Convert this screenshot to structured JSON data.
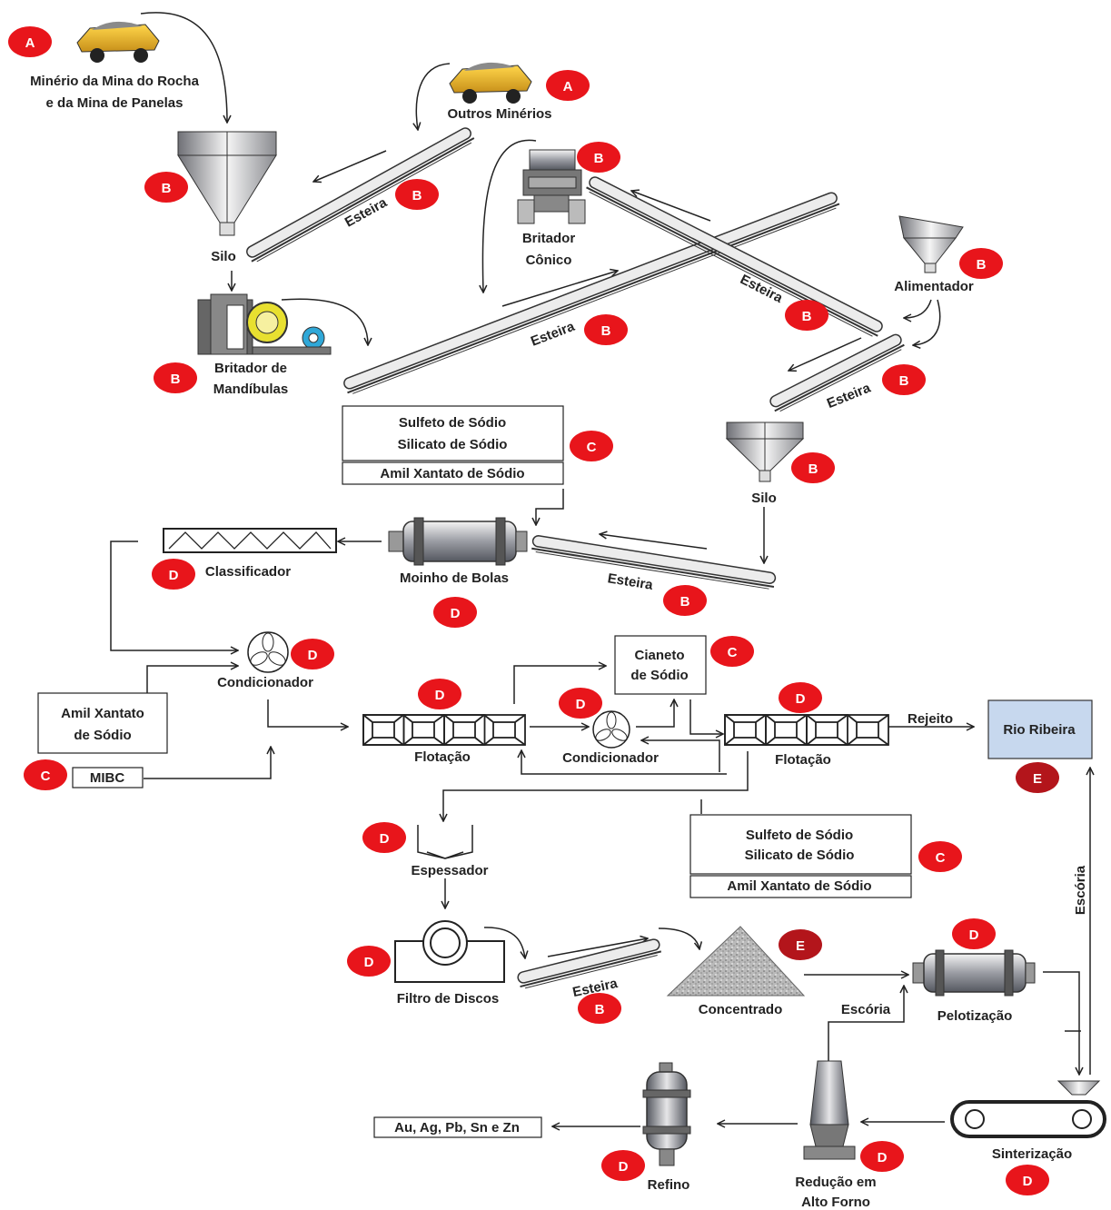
{
  "colors": {
    "badge": "#e8151b",
    "badge_dark": "#b3151b",
    "river_fill": "#c7d8ee",
    "line": "#222222"
  },
  "labels": {
    "mina": [
      "Minério da Mina do Rocha",
      "e da Mina de Panelas"
    ],
    "outros_minerios": "Outros Minérios",
    "silo_1": "Silo",
    "silo_2": "Silo",
    "britador_conico": [
      "Britador",
      "Cônico"
    ],
    "alimentador": "Alimentador",
    "britador_mandibulas": [
      "Britador de",
      "Mandíbulas"
    ],
    "esteira": "Esteira",
    "moinho": "Moinho de Bolas",
    "classificador": "Classificador",
    "condicionador": "Condicionador",
    "flotacao": "Flotação",
    "rejeito": "Rejeito",
    "rio": "Rio Ribeira",
    "espessador": "Espessador",
    "filtro": "Filtro de Discos",
    "concentrado": "Concentrado",
    "pelotizacao": "Pelotização",
    "escoria": "Escória",
    "sinterizacao": "Sinterização",
    "reducao": [
      "Redução em",
      "Alto Forno"
    ],
    "refino": "Refino",
    "produtos": "Au, Ag, Pb, Sn e Zn"
  },
  "reagents": {
    "box1_lines": [
      "Sulfeto de Sódio",
      "Silicato de Sódio"
    ],
    "box1_bottom": "Amil Xantato de Sódio",
    "amil": [
      "Amil Xantato",
      "de Sódio"
    ],
    "mibc": "MIBC",
    "cianeto": [
      "Cianeto",
      "de Sódio"
    ],
    "box2_lines": [
      "Sulfeto de Sódio",
      "Silicato de Sódio"
    ],
    "box2_bottom": "Amil Xantato de Sódio"
  },
  "badges": {
    "a": "A",
    "b": "B",
    "c": "C",
    "d": "D",
    "e": "E"
  }
}
